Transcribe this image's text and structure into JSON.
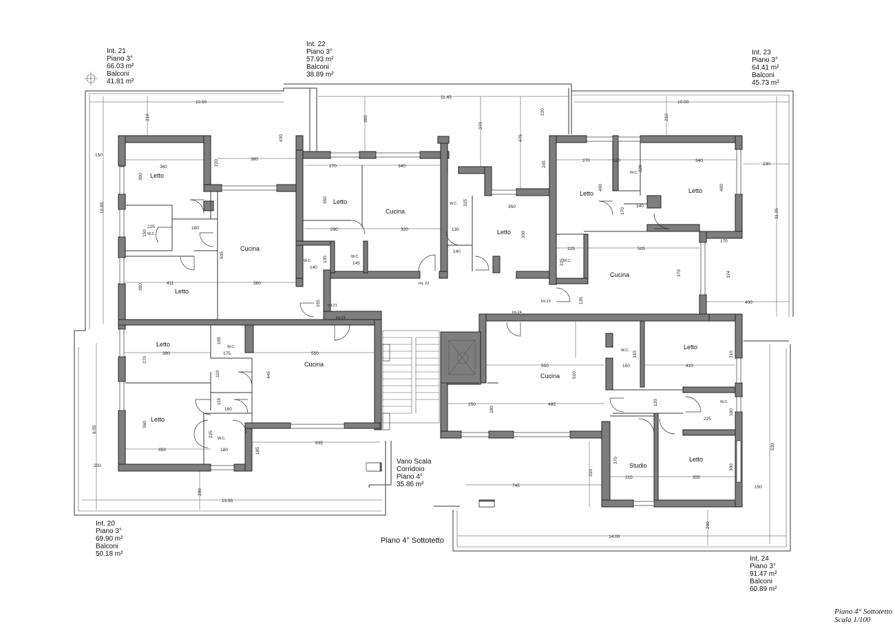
{
  "units": [
    {
      "id": "int21",
      "lines": [
        "Int. 21",
        "Piano 3°",
        "66.03 m²",
        "Balconi",
        "41.81 m²"
      ]
    },
    {
      "id": "int22",
      "lines": [
        "Int. 22",
        "Piano 3°",
        "57.93 m²",
        "Balconi",
        "38.89 m²"
      ]
    },
    {
      "id": "int23",
      "lines": [
        "Int. 23",
        "Piano 3°",
        "64.41 m²",
        "Balconi",
        "45.73 m²"
      ]
    },
    {
      "id": "int20",
      "lines": [
        "Int. 20",
        "Piano 3°",
        "69.90 m²",
        "Balconi",
        "50.18 m²"
      ]
    },
    {
      "id": "int24",
      "lines": [
        "Int. 24",
        "Piano 3°",
        "91.47 m²",
        "Balconi",
        "60.89 m²"
      ]
    }
  ],
  "stair": {
    "lines": [
      "Vano Scala",
      "Corridoio",
      "Piano 4°",
      "35.86 m²"
    ]
  },
  "floor_label": "Piano  4° Sottotetto",
  "title_block": {
    "line1": "Piano 4° Sottotetto",
    "line2": "Scala 1/100"
  },
  "rooms": {
    "letto": "Letto",
    "cucina": "Cucina",
    "wc": "W.C.",
    "studio": "Studio"
  },
  "unit_tags": {
    "t21a": "Int.21",
    "t21b": "Int.21",
    "t22": "Int. 22",
    "t23": "Int.23",
    "t24": "Int.24"
  },
  "dims": {
    "d1050": "10.50",
    "d1145": "11.45",
    "d1000": "10.00",
    "d1395": "13.95",
    "d1400": "14.00",
    "d380": "380",
    "d360": "360",
    "d270": "270",
    "d340": "340",
    "d350": "350",
    "d550": "550",
    "d485": "485",
    "d505": "505",
    "d745": "745",
    "d635": "635",
    "d411": "411",
    "d390": "390",
    "d410": "410",
    "d355": "355",
    "d320": "320",
    "d290": "290",
    "d225": "225",
    "d180": "180",
    "d175": "175",
    "d150": "150",
    "d140": "140",
    "d130": "130",
    "d145": "145",
    "d250": "250",
    "d215": "215",
    "d125": "125",
    "d170": "170",
    "d400": "400",
    "d230": "230",
    "d210": "210",
    "d200": "200",
    "d300": "300",
    "d310": "310",
    "d370": "370",
    "d475": "475",
    "d305": "305",
    "d430": "430",
    "d245": "245",
    "d510": "510",
    "d445": "445",
    "d855": "8.55",
    "d1085": "10.85",
    "d1125": "11.25",
    "d374": "374",
    "d110": "110",
    "d120": "120",
    "d185": "185",
    "d155": "155",
    "d135": "135",
    "d220": "220",
    "d330": "330",
    "d325": "325",
    "d550b": "550"
  }
}
